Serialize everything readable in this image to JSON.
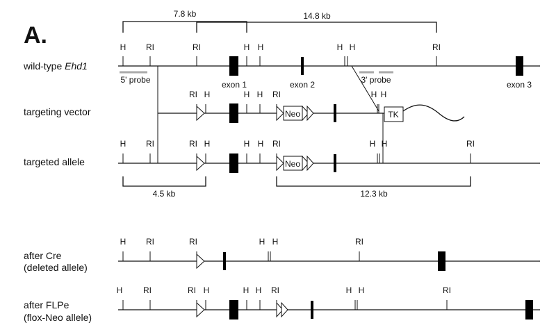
{
  "panel_label": "A.",
  "sizes": {
    "top_a": "7.8 kb",
    "top_b": "14.8 kb",
    "bottom_a": "4.5 kb",
    "bottom_b": "12.3 kb"
  },
  "rows": {
    "wildtype": {
      "label_prefix": "wild-type ",
      "label_gene": "Ehd1"
    },
    "vector": {
      "label": "targeting vector"
    },
    "targeted": {
      "label": "targeted allele"
    },
    "cre": {
      "label_1": "after Cre",
      "label_2": "(deleted allele)"
    },
    "flpe": {
      "label_1": "after FLPe",
      "label_2": "(flox-Neo allele)"
    }
  },
  "exons": {
    "e1": "exon 1",
    "e2": "exon 2",
    "e3": "exon 3"
  },
  "probes": {
    "p5": "5' probe",
    "p3": "3' probe"
  },
  "markers": {
    "neo": "Neo",
    "tk": "TK"
  },
  "sites": {
    "H": "H",
    "RI": "RI"
  }
}
